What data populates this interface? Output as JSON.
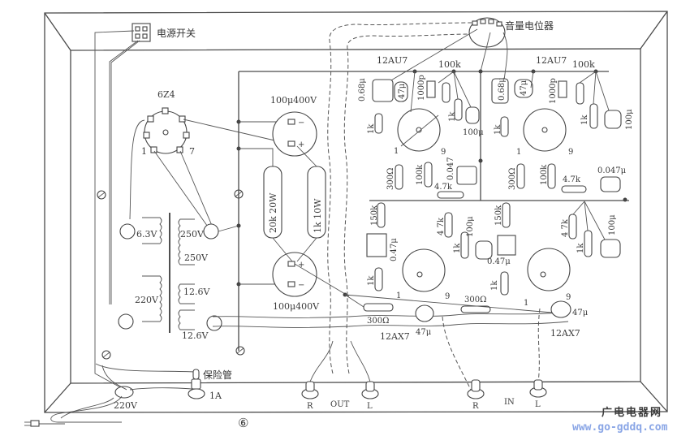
{
  "figure": {
    "caption_number": "⑥",
    "type": "amplifier chassis wiring layout"
  },
  "labels": {
    "power_switch": "电源开关",
    "volume_pot": "音量电位器",
    "fuse": "保险管",
    "fuse_rating": "1A",
    "mains": "220V",
    "rectifier_tube": "6Z4",
    "rect_pin1": "1",
    "rect_pin7": "7",
    "filter_cap_top": "100μ400V",
    "filter_cap_bottom": "100μ400V",
    "res_20k": "20k 20W",
    "res_1k": "1k 10W",
    "xfmr_6v3": "6.3V",
    "xfmr_250a": "250V",
    "xfmr_250b": "250V",
    "xfmr_220": "220V",
    "xfmr_12v6a": "12.6V",
    "xfmr_12v6b": "12.6V",
    "out_label": "OUT",
    "in_label": "IN",
    "out_r": "R",
    "out_l": "L",
    "in_r": "R",
    "in_l": "L"
  },
  "stage_left_top": {
    "tube": "12AU7",
    "r_plate": "100k",
    "c_coupling": "0.68μ",
    "c_cathode": "47μ",
    "c_1000p": "1000p",
    "r_1k_a": "1k",
    "r_1k_b": "1k",
    "c_100u": "100μ",
    "pin1": "1",
    "pin9": "9",
    "r_300": "300Ω",
    "r_100k": "100k",
    "c_0047": "0.047",
    "r_4k7": "4.7k"
  },
  "stage_right_top": {
    "tube": "12AU7",
    "r_plate": "100k",
    "c_coupling": "0.68μ",
    "c_cathode": "47μ",
    "c_1000p": "1000p",
    "r_1k_a": "1k",
    "r_1k_b": "1k",
    "c_100u": "100μ",
    "pin1": "1",
    "pin9": "9",
    "r_300": "300Ω",
    "r_100k": "100k",
    "r_4k7": "4.7k",
    "c_0047": "0.047μ"
  },
  "stage_left_bottom": {
    "tube": "12AX7",
    "r_150k": "150k",
    "c_047": "0.47μ",
    "r_4k7": "4 7k",
    "r_1k_a": "1k",
    "r_1k_b": "1k",
    "c_100u": "100μ",
    "pin1": "1",
    "pin9": "9",
    "r_300_a": "300Ω",
    "r_300_b": "300Ω",
    "c_47u": "47μ"
  },
  "stage_right_bottom": {
    "tube": "12AX7",
    "r_150k": "150k",
    "c_047": "0.47μ",
    "r_4k7": "4 7k",
    "r_1k_a": "1k",
    "r_1k_b": "1k",
    "c_100u": "100μ",
    "pin1": "1",
    "pin9": "9",
    "c_47u": "47μ"
  },
  "watermark": {
    "chars": [
      "广",
      "电",
      "电",
      "器",
      "网"
    ],
    "colors": [
      "#f07ad8",
      "#6cd46c",
      "#4a6ee8",
      "#f0a040",
      "#f07ad8"
    ],
    "url": "www.go-gddq.com"
  }
}
